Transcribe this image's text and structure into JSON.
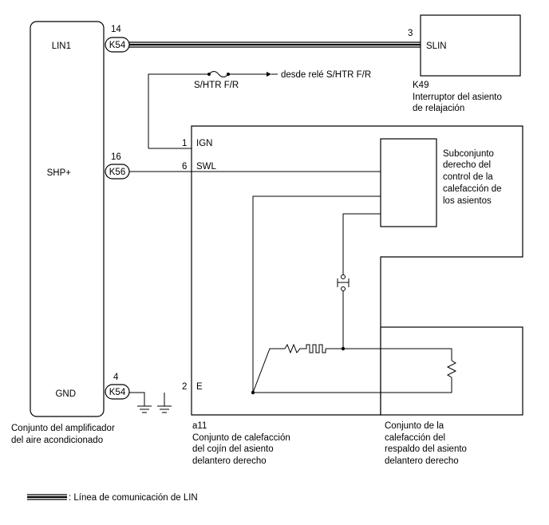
{
  "amplifier": {
    "name_line1": "Conjunto del amplificador",
    "name_line2": "del aire acondicionado",
    "pins": [
      {
        "label": "LIN1",
        "number": "14",
        "connector": "K54"
      },
      {
        "label": "SHP+",
        "number": "16",
        "connector": "K56"
      },
      {
        "label": "GND",
        "number": "4",
        "connector": "K54"
      }
    ]
  },
  "relax_switch": {
    "code": "K49",
    "name_line1": "Interruptor del asiento",
    "name_line2": "de relajación",
    "pin_number": "3",
    "pin_label": "SLIN"
  },
  "fuse": {
    "label": "S/HTR F/R",
    "source": "desde relé S/HTR F/R"
  },
  "cushion": {
    "code": "a11",
    "name_line1": "Conjunto de calefacción",
    "name_line2": "del cojín del asiento",
    "name_line3": "delantero derecho",
    "pins": [
      {
        "number": "1",
        "label": "IGN"
      },
      {
        "number": "6",
        "label": "SWL"
      },
      {
        "number": "2",
        "label": "E"
      }
    ]
  },
  "controller": {
    "name_line1": "Subconjunto",
    "name_line2": "derecho del",
    "name_line3": "control de la",
    "name_line4": "calefacción de",
    "name_line5": "los asientos"
  },
  "backrest": {
    "name_line1": "Conjunto de la",
    "name_line2": "calefacción del",
    "name_line3": "respaldo del asiento",
    "name_line4": "delantero derecho"
  },
  "legend": {
    "text": ": Línea de comunicación de LIN"
  }
}
